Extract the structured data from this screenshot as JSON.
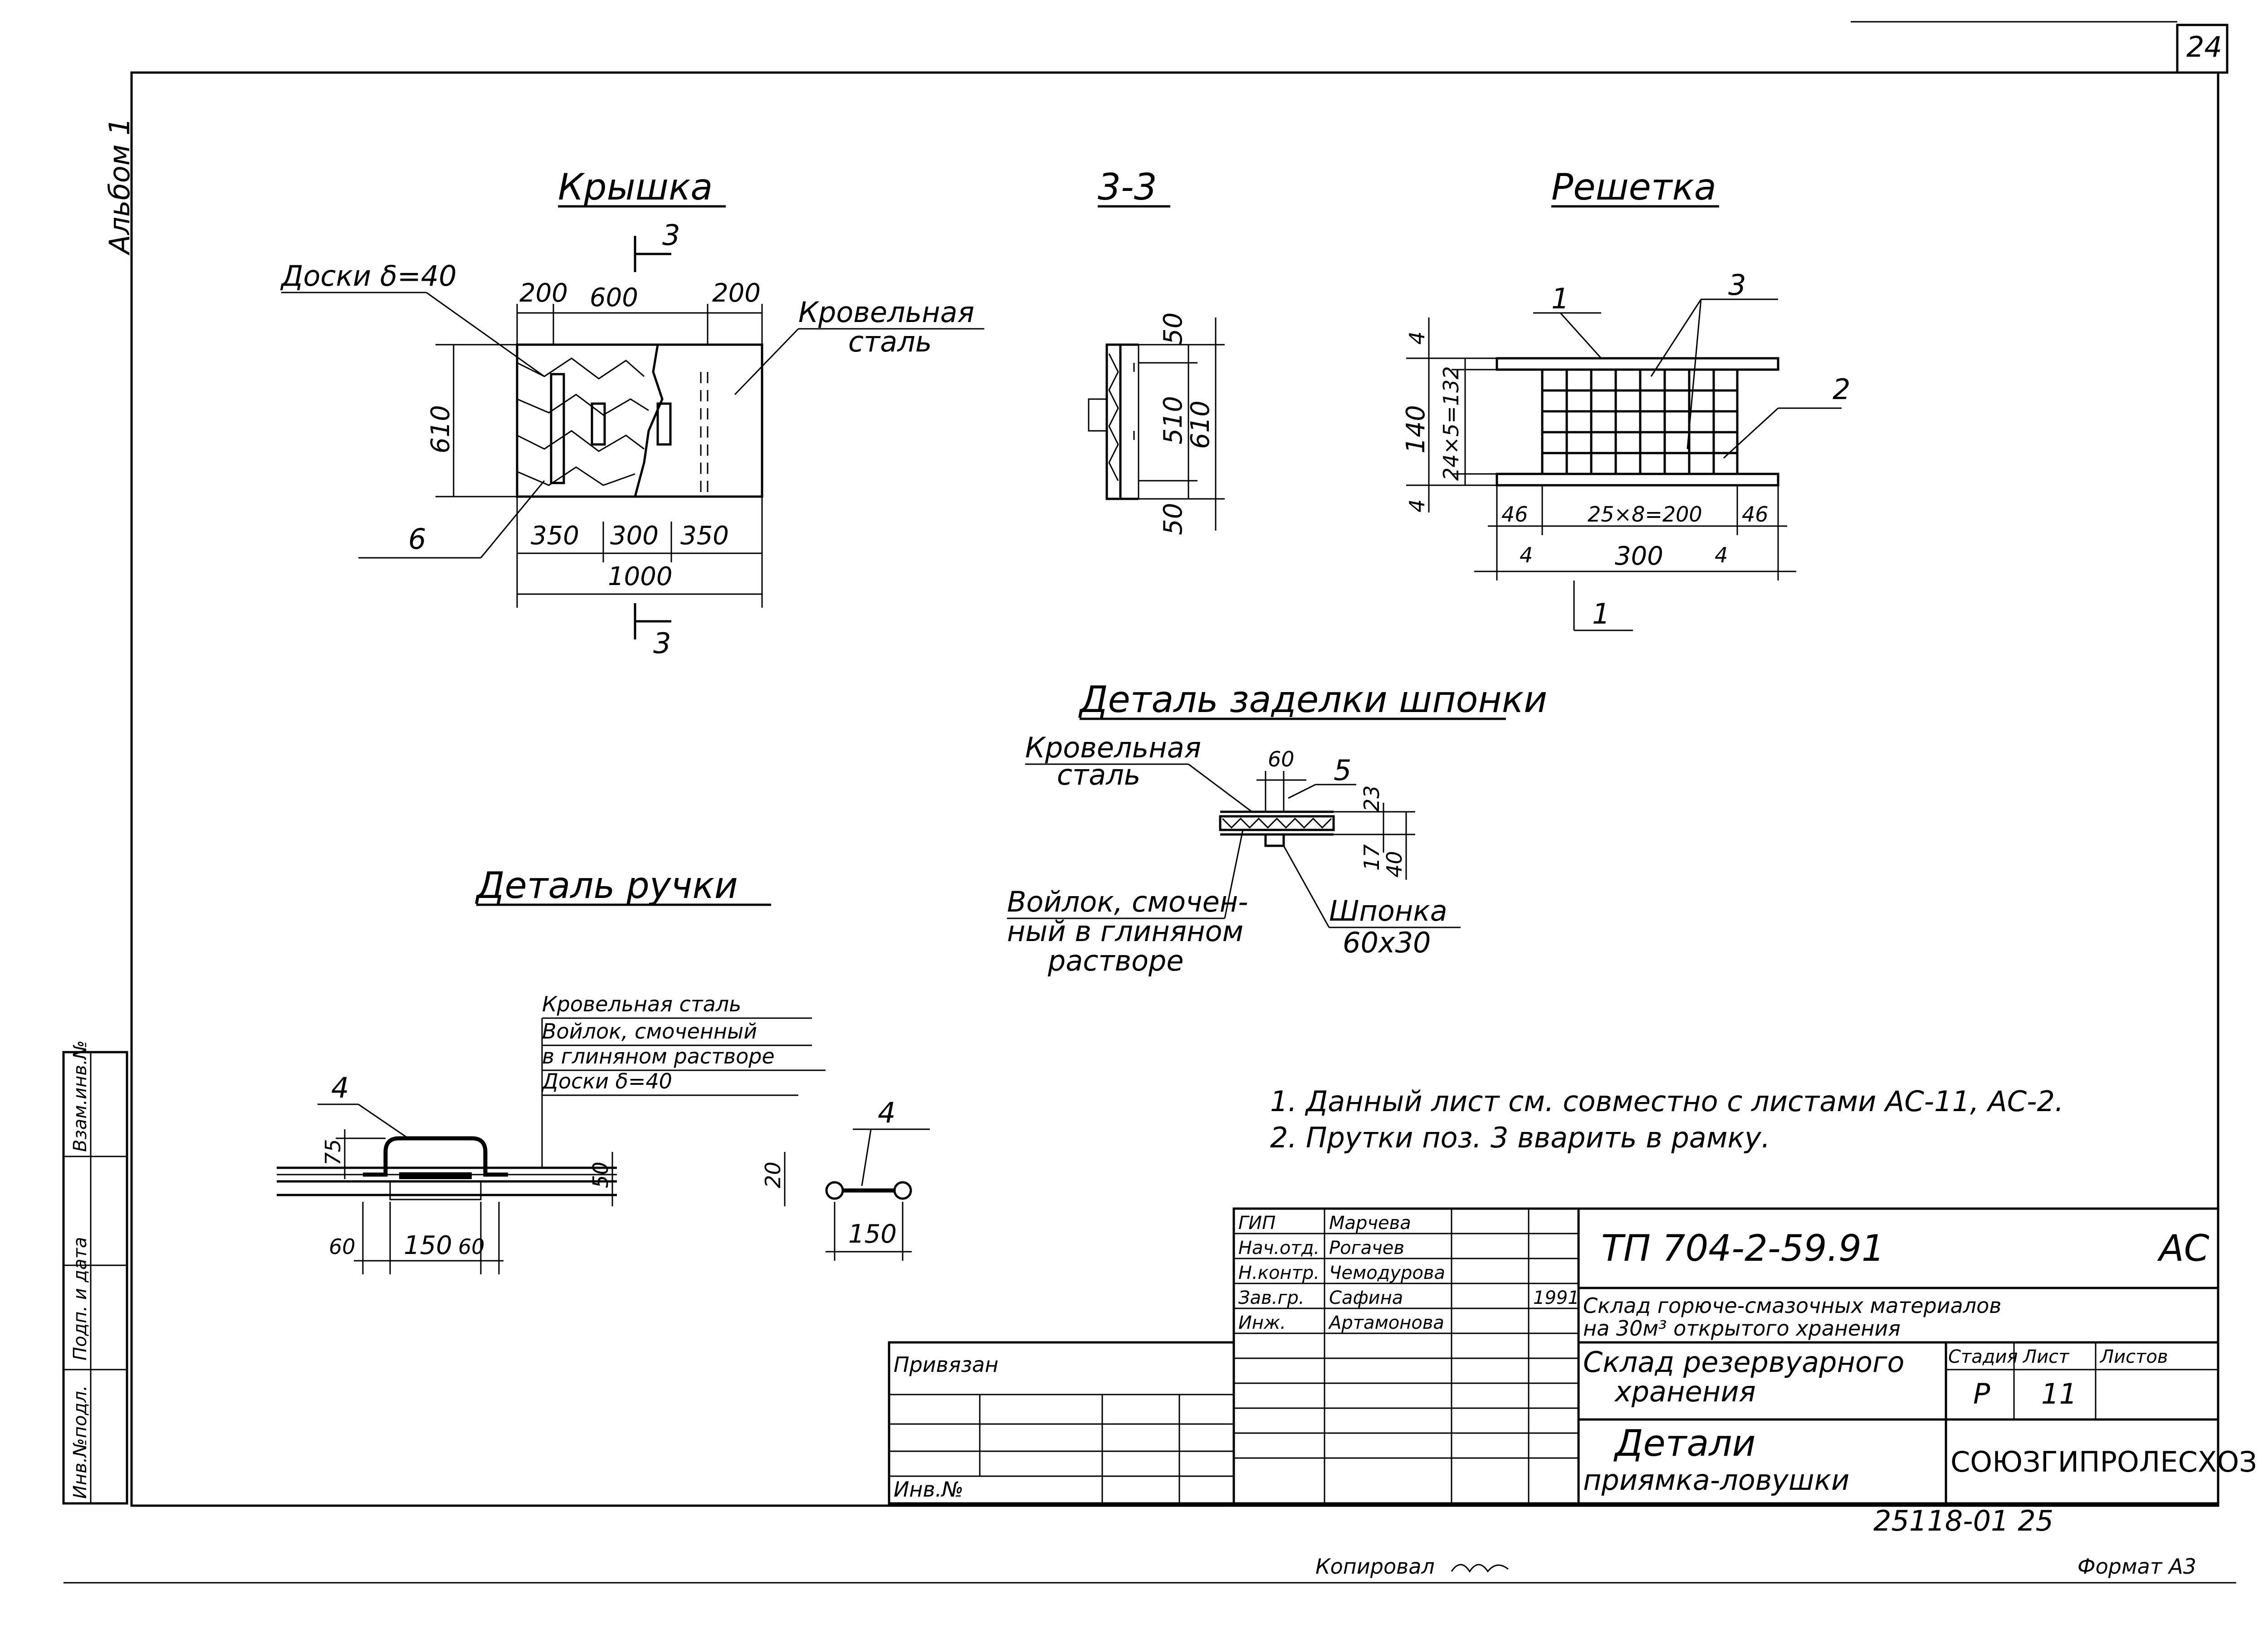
{
  "sheet": {
    "sheet_number": "24",
    "album": "Альбом 1",
    "format": "Формат А3",
    "copied_by": "Копировал",
    "inventory_code": "25118-01   25"
  },
  "side_stamp": {
    "labels": [
      "Инв.№подл.",
      "Подп. и дата",
      "Взам.инв.№"
    ]
  },
  "views": {
    "cover": {
      "title": "Крышка",
      "boards_label": "Доски δ=40",
      "roof_steel_label": [
        "Кровельная",
        "сталь"
      ],
      "dims_top": [
        "200",
        "600",
        "200"
      ],
      "dims_bottom": [
        "350",
        "300",
        "350"
      ],
      "overall": "1000",
      "height": "610",
      "pos6": "6",
      "section_mark": "3"
    },
    "section33": {
      "title": "3-3",
      "dims": [
        "50",
        "510",
        "610",
        "50"
      ]
    },
    "grate": {
      "title": "Решетка",
      "pos": [
        "1",
        "3",
        "2",
        "1"
      ],
      "dims_v": [
        "4",
        "140",
        "24×5=132",
        "4"
      ],
      "dims_h": [
        "46",
        "25×8=200",
        "46",
        "4",
        "300",
        "4"
      ]
    },
    "key_detail": {
      "title": "Деталь заделки шпонки",
      "roof_steel": [
        "Кровельная",
        "сталь"
      ],
      "felt": [
        "Войлок, смочен-",
        "ный в глиняном",
        "растворе"
      ],
      "key": [
        "Шпонка",
        "60х30"
      ],
      "dims": [
        "60",
        "5",
        "23",
        "17",
        "40"
      ]
    },
    "handle_detail": {
      "title": "Деталь ручки",
      "layers": [
        "Кровельная сталь",
        "Войлок, смоченный",
        "в глиняном растворе",
        "Доски δ=40"
      ],
      "pos": "4",
      "dims": [
        "75",
        "50",
        "60",
        "150",
        "60"
      ],
      "plan_pos": "4",
      "plan_dims": [
        "20",
        "150"
      ]
    }
  },
  "notes": [
    "1. Данный лист см. совместно с листами АС-11, АС-2.",
    "2. Прутки поз. 3 вварить в рамку."
  ],
  "title_block": {
    "roles": [
      {
        "role": "ГИП",
        "name": "Марчева"
      },
      {
        "role": "Нач.отд.",
        "name": "Рогачев"
      },
      {
        "role": "Н.контр.",
        "name": "Чемодурова"
      },
      {
        "role": "Зав.гр.",
        "name": "Сафина"
      },
      {
        "role": "Инж.",
        "name": "Артамонова"
      }
    ],
    "year": "1991",
    "doc_code": "ТП   704-2-59.91",
    "mark": "АС",
    "project_name": [
      "Склад горюче-смазочных материалов",
      "на 30м³ открытого хранения"
    ],
    "building": [
      "Склад резервуарного",
      "хранения"
    ],
    "sheet_title": [
      "Детали",
      "приямка-ловушки"
    ],
    "col_headers": [
      "Стадия",
      "Лист",
      "Листов"
    ],
    "stage": "Р",
    "sheet": "11",
    "sheets_total": "",
    "organization": "СОЮЗГИПРОЛЕСХОЗ",
    "linked": "Привязан",
    "inv_no": "Инв.№"
  }
}
